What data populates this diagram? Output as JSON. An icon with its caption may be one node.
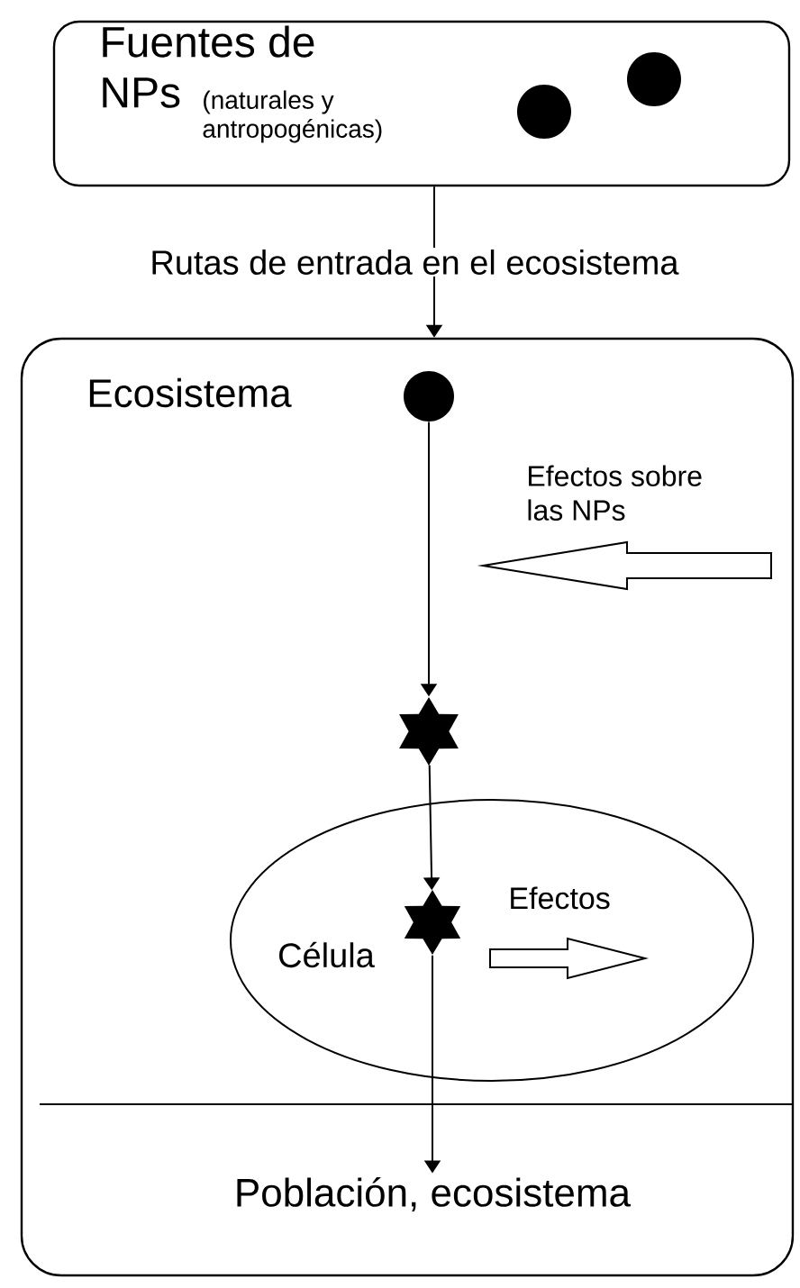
{
  "diagram": {
    "nodes": [
      {
        "text": [
          "Fuentes de NPs",
          "(naturales y antropogénicas)"
        ]
      },
      {
        "text": [
          "Ecosistema"
        ]
      },
      {
        "text": [],
        "shape": "circle",
        "in": 1
      },
      {
        "text": [],
        "shape": "star",
        "in": 1
      },
      {
        "text": [
          "Célula"
        ],
        "in": 1
      },
      {
        "text": [],
        "shape": "star",
        "in": 4
      },
      {
        "text": [
          "Población, ecosistema"
        ],
        "in": 1
      }
    ],
    "edges": [
      {
        "from": 0,
        "to": 1,
        "arrow": "to",
        "label": "Rutas de entrada en el ecosistema"
      },
      {
        "from": 2,
        "to": 3,
        "arrow": "to"
      },
      {
        "from": 3,
        "to": 5,
        "arrow": "to"
      },
      {
        "from": 5,
        "to": 6,
        "arrow": "to"
      }
    ],
    "labels": [
      "Efectos sobre las NPs",
      "Efectos"
    ]
  }
}
